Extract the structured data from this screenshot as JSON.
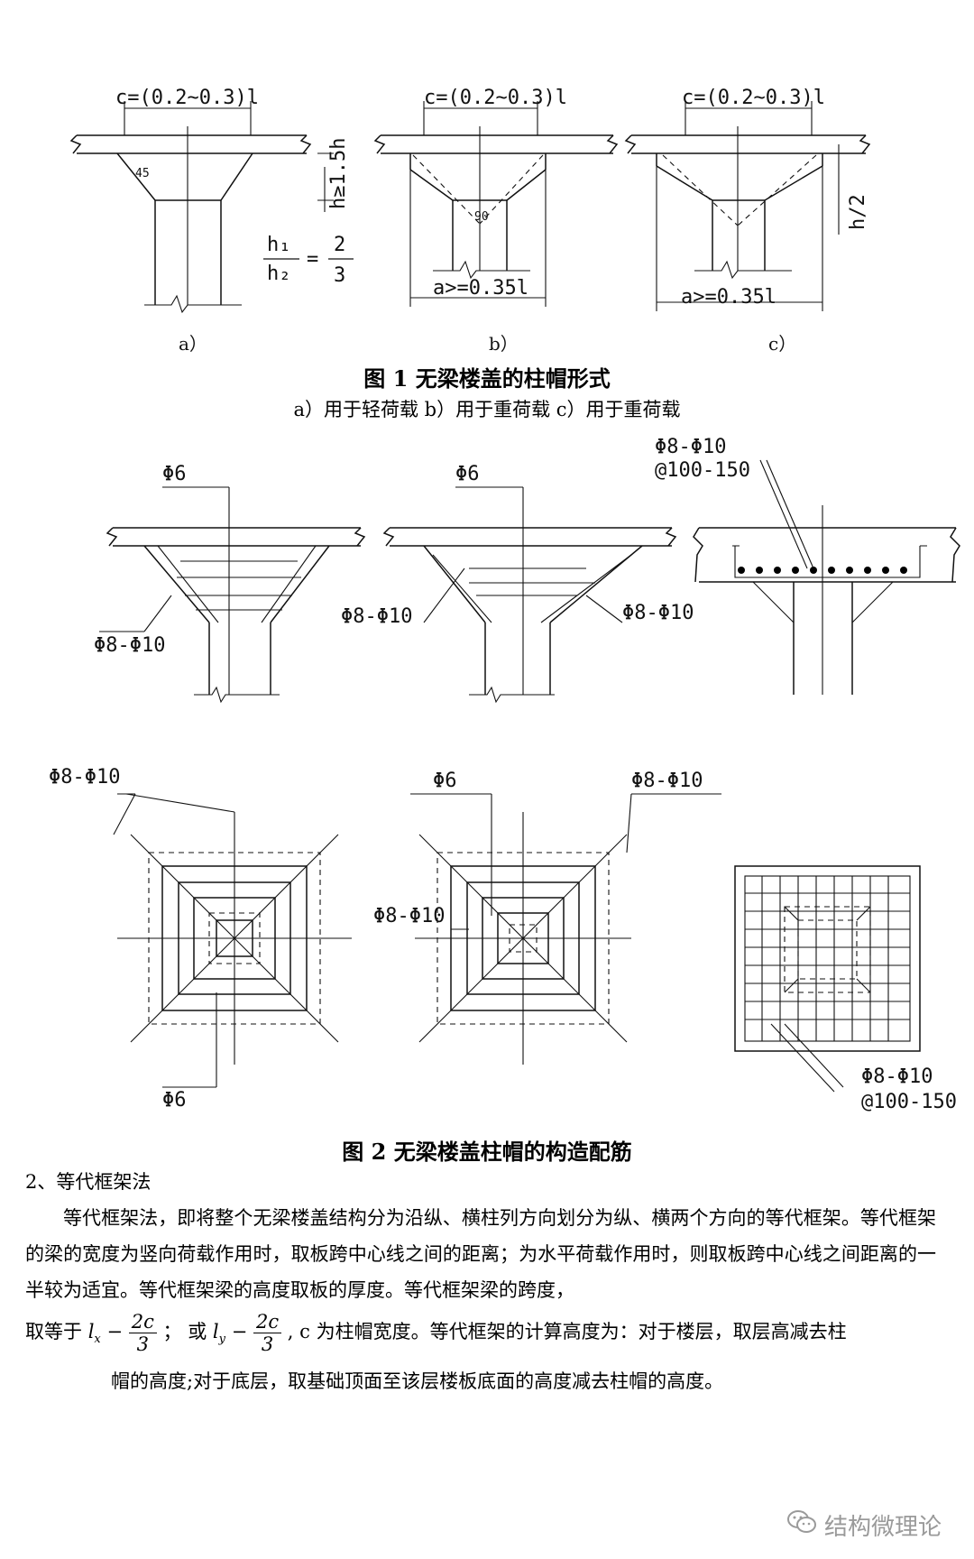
{
  "figure1": {
    "dim_c": "c=(0.2~0.3)l",
    "angle_45": "45",
    "angle_90": "90",
    "dim_h": "h",
    "dim_h_a": "h≥1.5h",
    "dim_h_c": "h/2",
    "ratio_top": "h₁",
    "ratio_bottom": "h₂",
    "ratio_eq": "=",
    "ratio_num": "2",
    "ratio_den": "3",
    "dim_a": "a>=0.35l",
    "label_a": "a）",
    "label_b": "b）",
    "label_c": "c）",
    "title": "图 1  无梁楼盖的柱帽形式",
    "subtitle": "a）用于轻荷载   b）用于重荷载   c）用于重荷载"
  },
  "figure2": {
    "rebar_phi6": "Φ6",
    "rebar_phi8_10": "Φ8-Φ10",
    "rebar_spacing": "@100-150",
    "title": "图 2  无梁楼盖柱帽的构造配筋"
  },
  "section": {
    "heading": "2、等代框架法",
    "para1": "等代框架法，即将整个无梁楼盖结构分为沿纵、横柱列方向划分为纵、横两个方向的等代框架。等代框架的梁的宽度为竖向荷载作用时，取板跨中心线之间的距离；为水平荷载作用时，则取板跨中心线之间距离的一半较为适宜。等代框架梁的高度取板的厚度。等代框架梁的跨度，",
    "formula_prefix": "取等于",
    "formula_lx": "l",
    "formula_lx_sub": "x",
    "formula_minus": "−",
    "formula_num": "2c",
    "formula_den": "3",
    "formula_sep": "；  或",
    "formula_ly": "l",
    "formula_ly_sub": "y",
    "formula_suffix": ", c 为柱帽宽度。等代框架的计算高度为：对于楼层，取层高减去柱",
    "para2": "帽的高度;对于底层，取基础顶面至该层楼板底面的高度减去柱帽的高度。"
  },
  "watermark": {
    "text": "结构微理论"
  }
}
